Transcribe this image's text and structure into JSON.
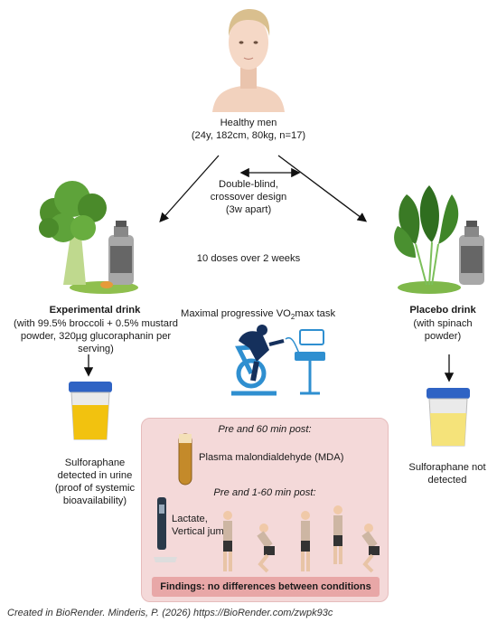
{
  "subject": {
    "title": "Healthy men",
    "details": "(24y, 182cm, 80kg, n=17)"
  },
  "design": {
    "line1": "Double-blind,",
    "line2": "crossover design",
    "line3": "(3w apart)"
  },
  "doses": "10 doses over 2 weeks",
  "task": {
    "prefix": "Maximal progressive VO",
    "subscript": "2",
    "suffix": "max task"
  },
  "experimental": {
    "title": "Experimental drink",
    "line1": "(with 99.5% broccoli + 0.5% mustard",
    "line2": "powder, 320µg glucoraphanin per",
    "line3": "serving)"
  },
  "placebo": {
    "title": "Placebo drink",
    "line1": "(with spinach",
    "line2": "powder)"
  },
  "sulforaphane_exp": {
    "line1": "Sulforaphane",
    "line2": "detected in urine",
    "line3": "(proof of systemic",
    "line4": "bioavailability)"
  },
  "sulforaphane_plc": {
    "line1": "Sulforaphane not",
    "line2": "detected"
  },
  "panel": {
    "pre60": "Pre and 60 min post:",
    "mda": "Plasma malondialdehyde (MDA)",
    "pre160": "Pre and 1-60 min post:",
    "lactate_line1": "Lactate,",
    "lactate_line2": "Vertical jump",
    "findings": "Findings: no differences between conditions"
  },
  "footer": "Created in BioRender. Minderis, P. (2026) https://BioRender.com/zwpk93c",
  "colors": {
    "panel_bg": "#f4d9d9",
    "findings_bg": "#e8a7a7",
    "urine_exp": "#f2c20f",
    "urine_plc": "#f5e37a",
    "cap": "#2f63c4",
    "bike_blue": "#2f8fd0",
    "rider": "#15305c"
  },
  "icons": [
    "person-icon",
    "broccoli-icon",
    "spinach-icon",
    "bottle-icon",
    "urine-cup-icon",
    "bike-ergometer-icon",
    "blood-tube-icon",
    "lactate-meter-icon",
    "jumping-person-icon"
  ]
}
